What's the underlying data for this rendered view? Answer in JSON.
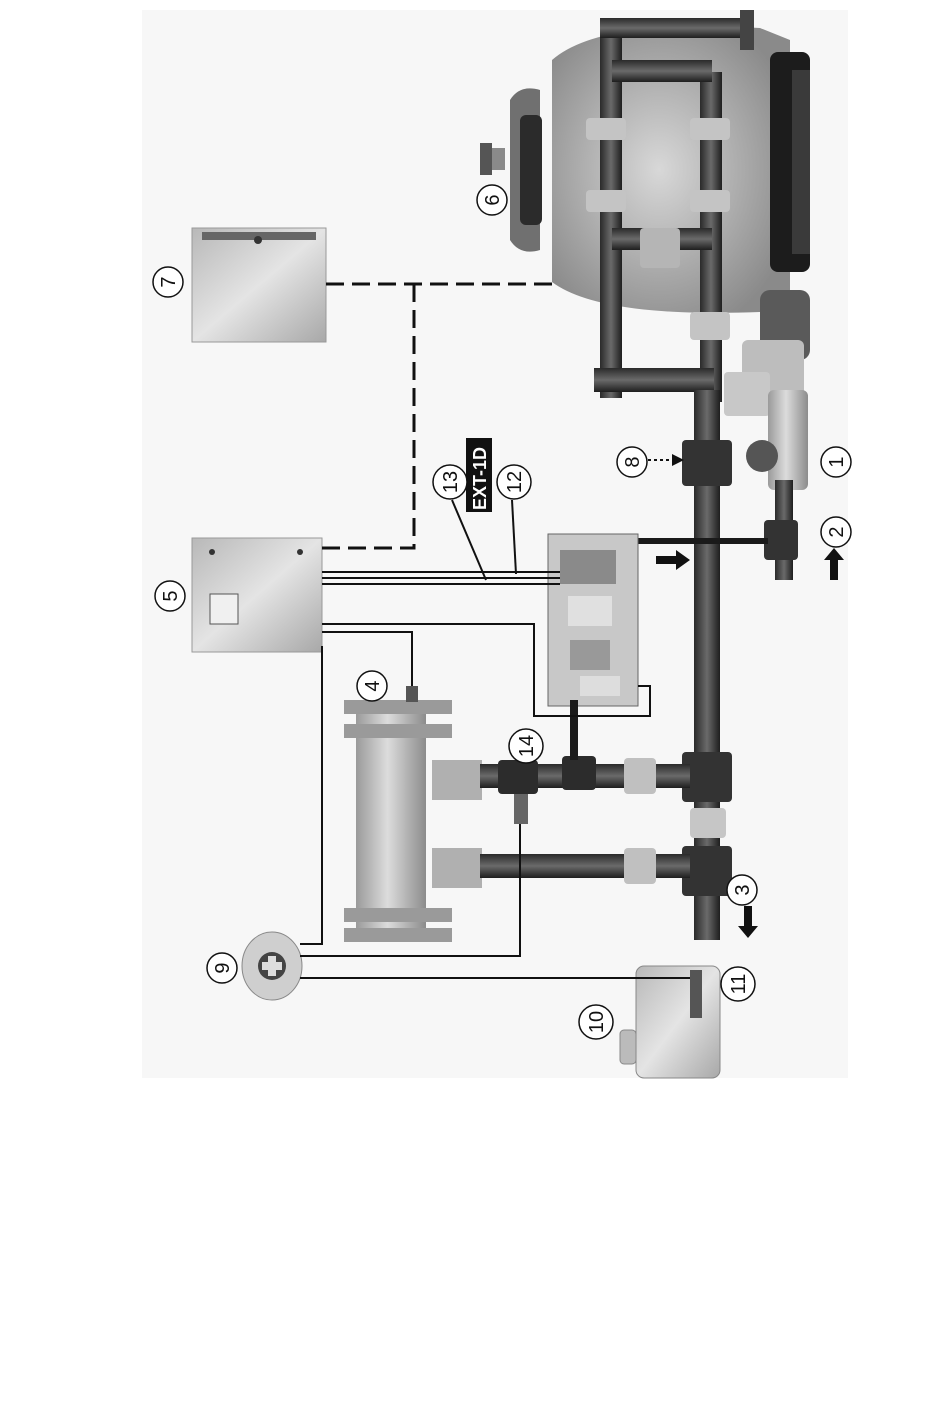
{
  "diagram": {
    "labels": {
      "n1": "1",
      "n2": "2",
      "n3": "3",
      "n4": "4",
      "n5": "5",
      "n6": "6",
      "n7": "7",
      "n8": "8",
      "n9": "9",
      "n10": "10",
      "n11": "11",
      "n12": "12",
      "n13": "13",
      "n14": "14"
    },
    "ext_label": "EXT-1D"
  }
}
